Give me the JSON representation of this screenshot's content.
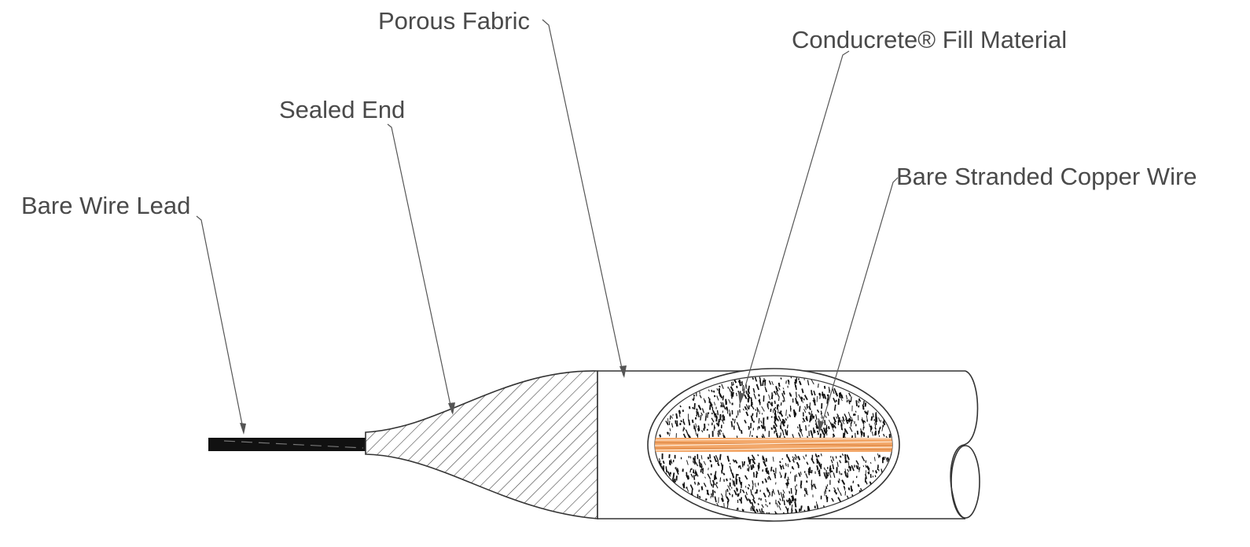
{
  "labels": {
    "bare_wire_lead": "Bare Wire Lead",
    "sealed_end": "Sealed End",
    "porous_fabric": "Porous Fabric",
    "fill_material": "Conducrete® Fill Material",
    "copper_wire": "Bare Stranded Copper Wire"
  },
  "colors": {
    "text": "#4a4a4a",
    "outline": "#333333",
    "leader": "#555555",
    "copper": "#f0a060",
    "fill_speckle": "#111111"
  }
}
